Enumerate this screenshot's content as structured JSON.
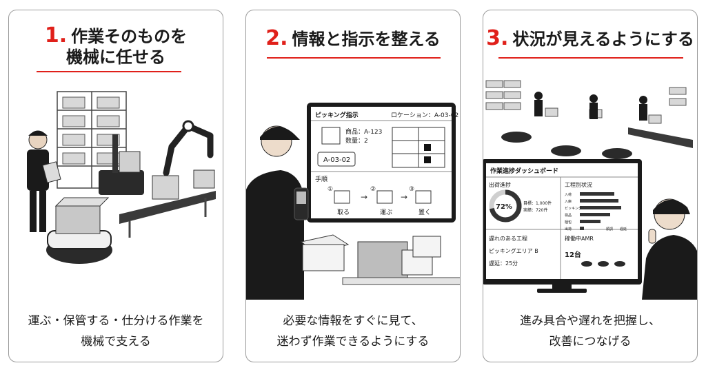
{
  "card1": {
    "number": "1.",
    "title_line1": "作業そのものを",
    "title_line2": "機械に任せる",
    "caption_line1": "運ぶ・保管する・仕分ける作業を",
    "caption_line2": "機械で支える"
  },
  "card2": {
    "number": "2.",
    "title_line1": "情報と指示を整える",
    "screen": {
      "title": "ピッキング指示",
      "location": "ロケーション：A-03-02",
      "product": "商品：A-123",
      "quantity": "数量：2",
      "location_code": "A-03-02",
      "steps_label": "手順",
      "step1_num": "①",
      "step1_label": "取る",
      "step2_num": "②",
      "step2_label": "運ぶ",
      "step3_num": "③",
      "step3_label": "置く"
    },
    "caption_line1": "必要な情報をすぐに見て、",
    "caption_line2": "迷わず作業できるようにする"
  },
  "card3": {
    "number": "3.",
    "title_line1": "状況が見えるようにする",
    "dashboard": {
      "title": "作業進捗ダッシュボード",
      "shipping_label": "出荷進捗",
      "percent": "72%",
      "target": "目標：1,000件",
      "actual": "実績：720件",
      "process_label": "工程別状況",
      "processes": [
        "入荷",
        "入庫",
        "ピッキング",
        "検品",
        "梱包",
        "出荷"
      ],
      "legend_done": "順調",
      "legend_delay": "遅延",
      "delay_label": "遅れのある工程",
      "delay_area": "ピッキングエリア B",
      "delay_time": "遅延：25分",
      "amr_label": "稼働中AMR",
      "amr_count": "12台"
    },
    "caption_line1": "進み具合や遅れを把握し、",
    "caption_line2": "改善につなげる"
  },
  "colors": {
    "accent": "#e0201a",
    "ink": "#1a1a1a",
    "border": "#9a9a9a"
  }
}
